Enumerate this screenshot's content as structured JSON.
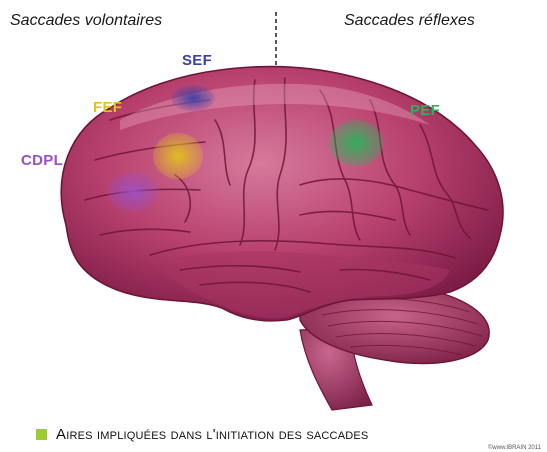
{
  "headers": {
    "left": "Saccades volontaires",
    "right": "Saccades réflexes"
  },
  "regions": {
    "sef": {
      "label": "SEF",
      "color": "#3d3fa8"
    },
    "fef": {
      "label": "FEF",
      "color": "#e2c21e"
    },
    "cdpl": {
      "label": "CDPL",
      "color": "#9b4fc4"
    },
    "pef": {
      "label": "PEF",
      "color": "#2cb25a"
    }
  },
  "caption": {
    "text": "Aires impliquées dans l'initiation des saccades",
    "bullet_color": "#9ccc2d"
  },
  "credit": "©www.lBRAIN 2011",
  "brain": {
    "fill": "#b8406e",
    "highlight": "#d77a9c",
    "sulcus": "#6e1638"
  }
}
